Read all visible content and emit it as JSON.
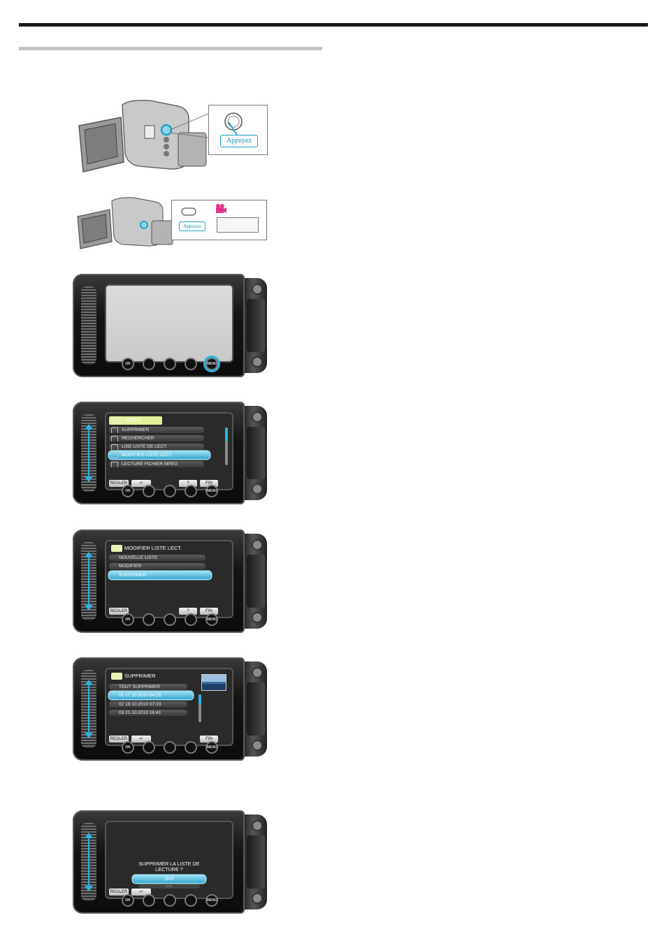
{
  "callouts": {
    "press_label_1": "Appuyez",
    "press_label_2": "Appuyez"
  },
  "screens": {
    "menu_video": {
      "title": "VIDEO",
      "items": [
        "SUPPRIMER",
        "RECHERCHER",
        "LISE LISTE DE LECT.",
        "MODIFIER LISTE LECT.",
        "LECTURE FICHIER MPEG"
      ],
      "selected_index": 3,
      "soft_buttons": {
        "set": "REGLER",
        "back": "↩",
        "help": "?",
        "end": "FIN"
      }
    },
    "menu_playlist": {
      "title": "MODIFIER LISTE LECT.",
      "items": [
        "NOUVELLE LISTE",
        "MODIFIER",
        "SUPPRIMER"
      ],
      "selected_index": 2,
      "soft_buttons": {
        "set": "REGLER",
        "help": "?",
        "end": "FIN"
      }
    },
    "menu_delete": {
      "title": "SUPPRIMER",
      "items": [
        "TOUT SUPPRIMER",
        "01 17.10.2010 04:55",
        "02 18.10.2010 07:33",
        "03 21.10.2010 16:41"
      ],
      "selected_index": 1,
      "soft_buttons": {
        "set": "REGLER",
        "back": "↩",
        "end": "FIN"
      }
    },
    "confirm": {
      "question_line1": "SUPPRIMER LA LISTE DE",
      "question_line2": "LECTURE ?",
      "yes": "OUI",
      "no": "NON",
      "soft_buttons": {
        "set": "REGLER",
        "back": "↩"
      }
    }
  },
  "hardware_buttons": {
    "ok": "OK",
    "menu": "MENU"
  },
  "colors": {
    "accent": "#2bb3de",
    "title_green": "#e0f09a",
    "rule": "#1a1a1a",
    "grey_rule": "#c4c4c4"
  }
}
